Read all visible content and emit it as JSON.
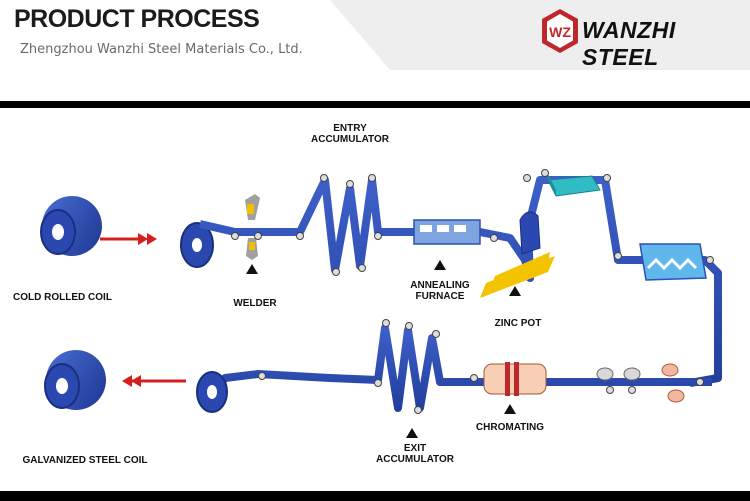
{
  "header": {
    "title": "PRODUCT PROCESS",
    "subtitle": "Zhengzhou Wanzhi Steel Materials Co., Ltd.",
    "logo_text": "WANZHI STEEL",
    "logo_mark": "WZ",
    "brand_color": "#c0272d"
  },
  "diagram": {
    "strip_color": "#2f4fb5",
    "arrow_color": "#d61e1e",
    "labels": {
      "cold_rolled_coil": "COLD ROLLED COIL",
      "welder": "WELDER",
      "entry_accumulator_1": "ENTRY",
      "entry_accumulator_2": "ACCUMULATOR",
      "annealing_furnace_1": "ANNEALING",
      "annealing_furnace_2": "FURNACE",
      "zinc_pot": "ZINC POT",
      "chromating": "CHROMATING",
      "exit_accumulator_1": "EXIT",
      "exit_accumulator_2": "ACCUMULATOR",
      "galvanized_steel_coil": "GALVANIZED STEEL COIL"
    }
  }
}
